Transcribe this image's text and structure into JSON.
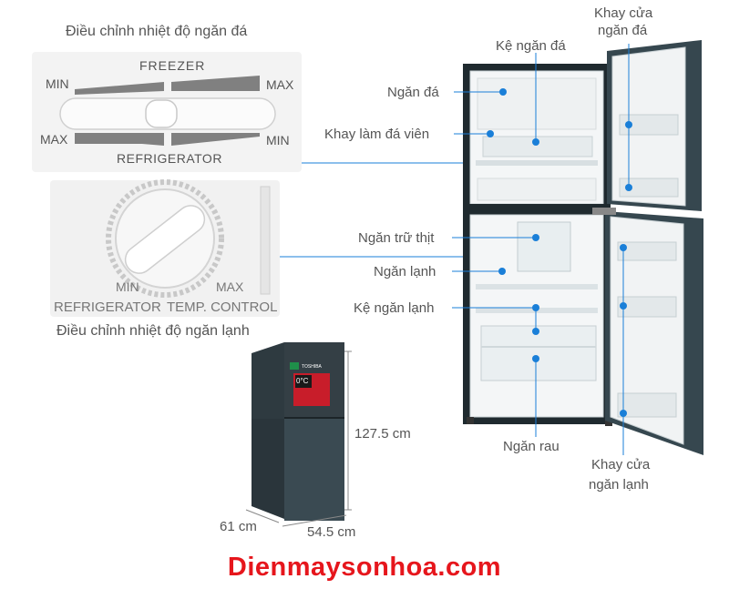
{
  "top_left_caption": "Điều chỉnh nhiệt độ ngăn đá",
  "freezer_panel": {
    "freezer": "FREEZER",
    "refrigerator": "REFRIGERATOR",
    "min_top": "MIN",
    "max_top": "MAX",
    "max_bottom": "MAX",
    "min_bottom": "MIN"
  },
  "dial_panel": {
    "min": "MIN",
    "max": "MAX",
    "refrigerator": "REFRIGERATOR",
    "temp_control": "TEMP. CONTROL"
  },
  "dial_caption": "Điều chỉnh nhiệt độ ngăn lạnh",
  "labels": {
    "khay_cua_ngan_da": [
      "Khay cửa",
      "ngăn đá"
    ],
    "ke_ngan_da": "Kệ ngăn đá",
    "ngan_da": "Ngăn đá",
    "khay_lam_da_vien": "Khay làm đá viên",
    "ngan_tru_thit": "Ngăn trữ thịt",
    "ngan_lanh": "Ngăn lạnh",
    "ke_ngan_lanh": "Kệ ngăn lạnh",
    "ngan_rau": "Ngăn rau",
    "khay_cua_ngan_lanh": [
      "Khay cửa",
      "ngăn lạnh"
    ]
  },
  "dimensions": {
    "height": "127.5 cm",
    "depth": "61 cm",
    "width": "54.5 cm"
  },
  "product_display": {
    "brand_badge": "TOSHIBA",
    "temp": "0°C"
  },
  "watermark": "Dienmaysonhoa.com",
  "colors": {
    "accent": "#1a7fd8",
    "brand_red": "#e6161c",
    "fridge_body": "#1f2a2f"
  }
}
